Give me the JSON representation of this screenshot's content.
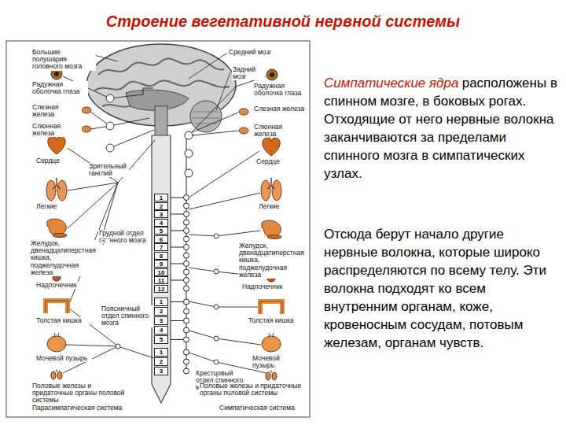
{
  "diagram": {
    "title": "Строение вегетативной нервной системы",
    "nodes": [
      {
        "text": [
          "1"
        ]
      },
      {
        "text": [
          "2"
        ]
      },
      {
        "text": [
          "3"
        ]
      },
      {
        "text": [
          "4"
        ]
      },
      {
        "text": [
          "5"
        ]
      },
      {
        "text": [
          "6"
        ]
      },
      {
        "text": [
          "7"
        ]
      },
      {
        "text": [
          "8"
        ]
      },
      {
        "text": [
          "9"
        ]
      },
      {
        "text": [
          "10"
        ]
      },
      {
        "text": [
          "11"
        ]
      },
      {
        "text": [
          "12"
        ]
      },
      {
        "text": [
          "1"
        ]
      },
      {
        "text": [
          "2"
        ]
      },
      {
        "text": [
          "3"
        ]
      },
      {
        "text": [
          "4"
        ]
      },
      {
        "text": [
          "5"
        ]
      },
      {
        "text": [
          "1"
        ]
      },
      {
        "text": [
          "2"
        ]
      },
      {
        "text": [
          "3"
        ]
      }
    ],
    "labels": [
      "Большие полушария головного мозга",
      "Средний мозг",
      "Задний мозг",
      "Радужная оболочка глаза",
      "Радужная оболочка глаза",
      "Слезная железа",
      "Слезная железа",
      "Слюнная железа",
      "Слюнная железа",
      "Сердце",
      "Сердце",
      "Зрительный ганглий",
      "Легкие",
      "Легкие",
      "Грудной отдел спинного мозга",
      "Желудок, двенадцатиперстная кишка, поджелудочная железа",
      "Желудок, двенадцатиперстная кишка, поджелудочная железа",
      "?",
      "Надпочечник",
      "Надпочечник",
      "Толстая кишка",
      "Толстая кишка",
      "Поясничный отдел спинного мозга",
      "Мочевой пузырь",
      "Мочевой пузырь",
      "Крестцовый отдел спинного мозга",
      "Половые железы и придаточные органы половой системы",
      "Половые железы и придаточные органы половой системы",
      "Парасимпатическая система",
      "Симпатическая система",
      "Симпатические ядра",
      "расположены в спинном мозге, в боковых рогах. Отходящие от него нервные волокна заканчиваются за пределами спинного мозга в симпатических узлах.",
      "Отсюда берут начало другие нервные волокна, которые широко распределяются по всему телу. Эти волокна подходят ко всем внутренним органам, коже, кровеносным сосудам, потовым железам, органам чувств."
    ]
  }
}
